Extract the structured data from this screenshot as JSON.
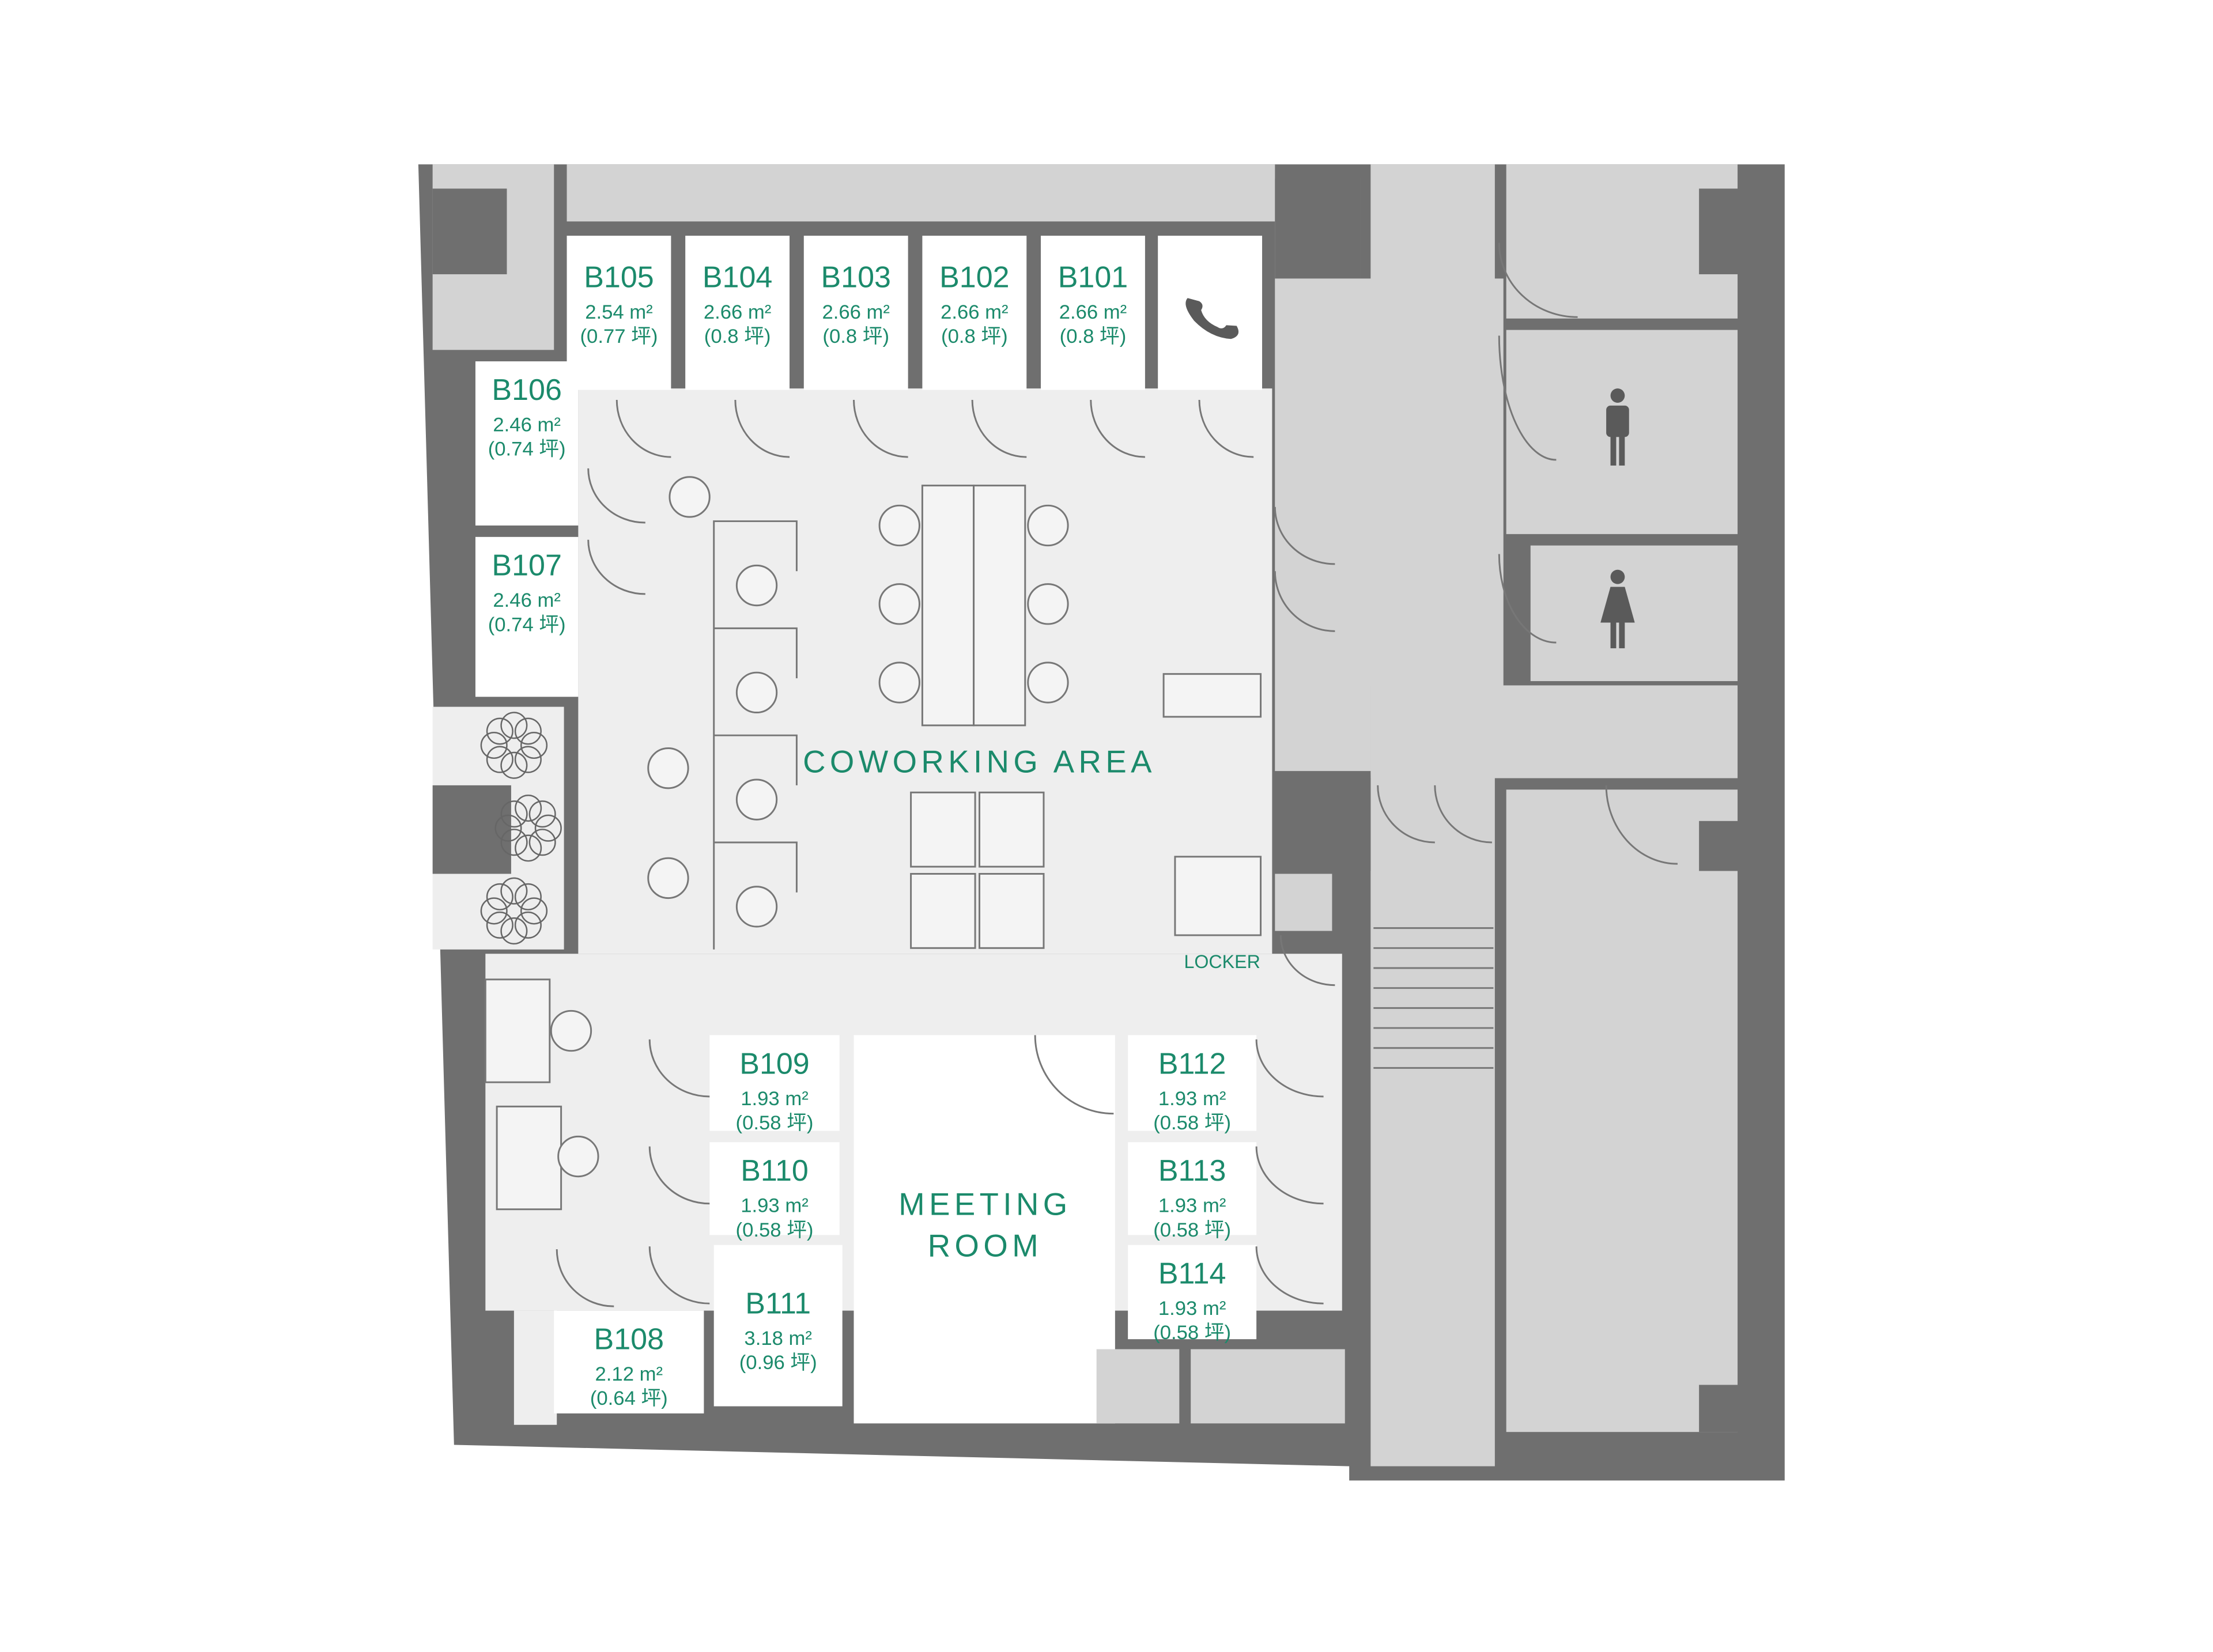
{
  "plan": {
    "coworking_label": "COWORKING AREA",
    "meeting_label_1": "MEETING",
    "meeting_label_2": "ROOM",
    "locker_label": "LOCKER",
    "accent_color": "#1b8a6b",
    "wall_color": "#6f6f6f"
  },
  "rooms": [
    {
      "id": "B101",
      "area": "2.66 m²",
      "tsubo": "(0.8 坪)"
    },
    {
      "id": "B102",
      "area": "2.66 m²",
      "tsubo": "(0.8 坪)"
    },
    {
      "id": "B103",
      "area": "2.66 m²",
      "tsubo": "(0.8 坪)"
    },
    {
      "id": "B104",
      "area": "2.66 m²",
      "tsubo": "(0.8 坪)"
    },
    {
      "id": "B105",
      "area": "2.54 m²",
      "tsubo": "(0.77 坪)"
    },
    {
      "id": "B106",
      "area": "2.46 m²",
      "tsubo": "(0.74 坪)"
    },
    {
      "id": "B107",
      "area": "2.46 m²",
      "tsubo": "(0.74 坪)"
    },
    {
      "id": "B108",
      "area": "2.12 m²",
      "tsubo": "(0.64 坪)"
    },
    {
      "id": "B109",
      "area": "1.93 m²",
      "tsubo": "(0.58 坪)"
    },
    {
      "id": "B110",
      "area": "1.93 m²",
      "tsubo": "(0.58 坪)"
    },
    {
      "id": "B111",
      "area": "3.18 m²",
      "tsubo": "(0.96 坪)"
    },
    {
      "id": "B112",
      "area": "1.93 m²",
      "tsubo": "(0.58 坪)"
    },
    {
      "id": "B113",
      "area": "1.93 m²",
      "tsubo": "(0.58 坪)"
    },
    {
      "id": "B114",
      "area": "1.93 m²",
      "tsubo": "(0.58 坪)"
    }
  ],
  "icons": {
    "phone_booth": "phone-icon",
    "mens_restroom": "man-icon",
    "womens_restroom": "woman-icon"
  }
}
